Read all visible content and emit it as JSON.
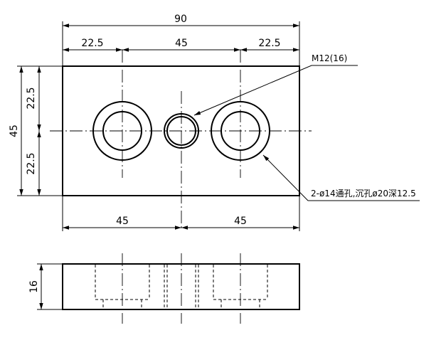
{
  "dimensions": {
    "overall_width": "90",
    "left_offset": "22.5",
    "center_spacing": "45",
    "right_offset": "22.5",
    "height": "45",
    "upper_half": "22.5",
    "lower_half": "22.5",
    "bottom_left": "45",
    "bottom_right": "45",
    "thickness": "16"
  },
  "notes": {
    "tapped_hole": "M12(16)",
    "counterbore": "2-ø14通孔,沉孔ø20深12.5"
  }
}
